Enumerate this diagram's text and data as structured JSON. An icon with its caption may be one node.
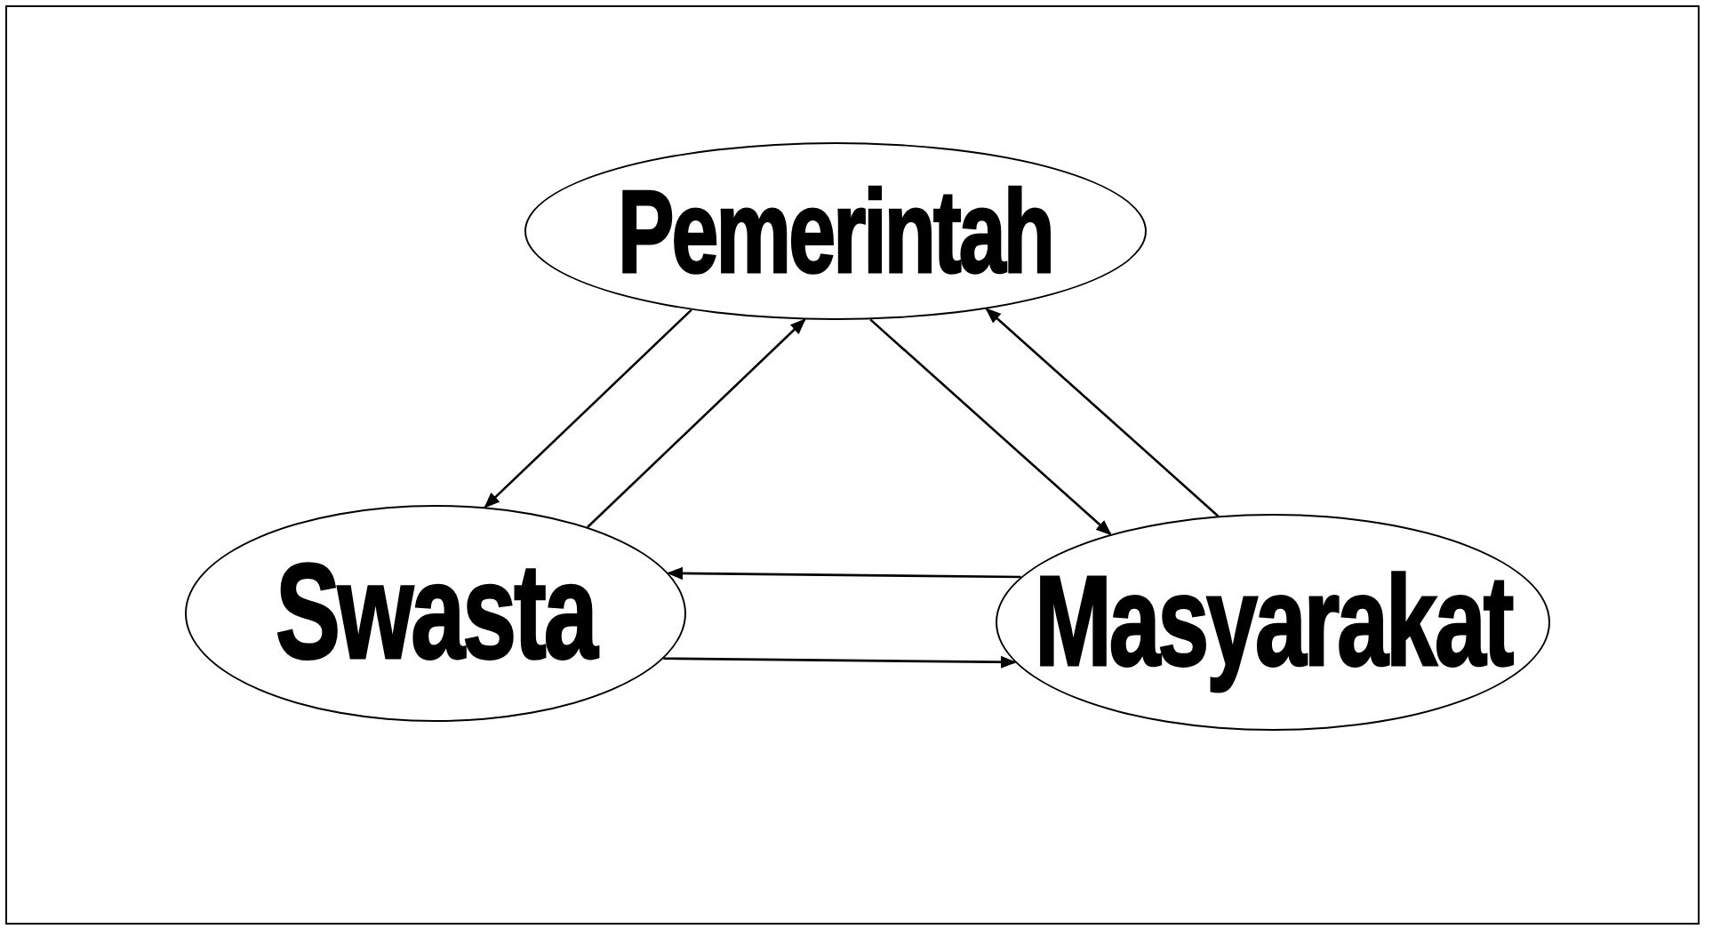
{
  "diagram": {
    "nodes": [
      {
        "text": [
          "Pemerintah"
        ]
      },
      {
        "text": [
          "Swasta"
        ]
      },
      {
        "text": [
          "Masyarakat"
        ]
      }
    ],
    "edges": [
      {
        "from": 0,
        "to": 1,
        "arrow": "to"
      },
      {
        "from": 1,
        "to": 0,
        "arrow": "to"
      },
      {
        "from": 0,
        "to": 2,
        "arrow": "to"
      },
      {
        "from": 2,
        "to": 0,
        "arrow": "to"
      },
      {
        "from": 2,
        "to": 1,
        "arrow": "to"
      },
      {
        "from": 1,
        "to": 2,
        "arrow": "to"
      }
    ]
  }
}
